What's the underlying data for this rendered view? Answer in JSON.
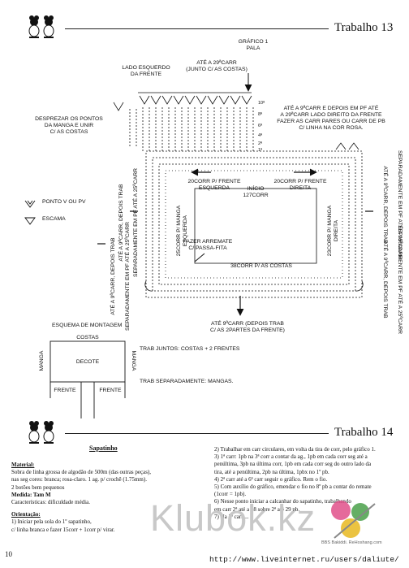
{
  "header": {
    "title_top": "Trabalho 13",
    "title_bottom": "Trabalho 14"
  },
  "chart": {
    "title_line1": "GRÁFICO 1",
    "title_line2": "PALA",
    "lado_esq_1": "LADO ESQUERDO",
    "lado_esq_2": "DA FRENTE",
    "ate29_1": "ATÉ A 29ªCARR",
    "ate29_2": "(JUNTO C/ AS COSTAS)",
    "desprezar_1": "DESPREZAR OS PONTOS",
    "desprezar_2": "DA MANGA E UNIR",
    "desprezar_3": "C/ AS COSTAS",
    "right_1": "ATÉ A 9ªCARR E DEPOIS EM PF ATÉ",
    "right_2": "A 29ªCARR LADO DIREITO DA FRENTE",
    "right_3": "FAZER AS CARR PARES OU CARR DE PB",
    "right_4": "C/ LINHA NA COR ROSA.",
    "row_numbers": [
      "10ª",
      "8ª",
      "6ª",
      "4ª",
      "2ª",
      "1ª"
    ],
    "corr_esq_1": "20CORR P/ FRENTE",
    "corr_esq_2": "ESQUERDA",
    "inicio_1": "INÍCIO",
    "inicio_2": "127CORR",
    "corr_dir_1": "20CORR P/ FRENTE",
    "corr_dir_2": "DIREITA",
    "left_vert_1": "ATÉ A 9ªCARR, DEPOIS TRAB",
    "left_vert_2": "SEPARADAMENTE EM PF ATÉ A 25ªCARR",
    "manga_esq_1": "25CORR P/ MANGA",
    "manga_esq_2": "ESQUERDA",
    "manga_dir_1": "23CORR P/ MANGA",
    "manga_dir_2": "DIREITA",
    "right_vert_1": "ATÉ A 9ªCARR, DEPOIS TRAB",
    "right_vert_2": "SEPARADAMENTE EM PF ATÉ A 25ªCARR",
    "right_vert2_1": "ATÉ A 9ªCARR, DEPOIS TRAB",
    "right_vert2_2": "SEPARADAMENTE EM PF ATÉ A 25ªCARR",
    "arremate_1": "FAZER ARREMATE",
    "arremate_2": "C/ PASSA-FITA",
    "costas": "38CORR P/ AS COSTAS",
    "bottom_1": "ATÉ 9ªCARR (DEPOIS TRAB",
    "bottom_2": "C/ AS 2PARTES DA FRENTE)",
    "left_vert3_1": "ATÉ A 9ªCARR, DEPOIS TRAB",
    "left_vert3_2": "SEPARADAMENTE EM PF ATÉ A 25ªCARR"
  },
  "legend": {
    "ponto_v": "PONTO V OU PV",
    "escama": "ESCAMA"
  },
  "montagem": {
    "title": "ESQUEMA DE MONTAGEM",
    "costas": "COSTAS",
    "decote": "DECOTE",
    "manga_l": "MANGA",
    "manga_r": "MANGA",
    "frente_l": "FRENTE",
    "frente_r": "FRENTE",
    "note1": "TRAB JUNTOS: COSTAS + 2 FRENTES",
    "note2": "TRAB SEPARADAMENTE: MANGAS."
  },
  "trabalho14": {
    "title": "Sapatinho",
    "material_h": "Material:",
    "material_1": "Sobra de linha grossa de algodão de 500m (das outras peças),",
    "material_2": "nas seg cores: branca; rosa-claro. 1 ag. p/ crochê (1.75mm).",
    "material_3": "2 botões bem pequenos",
    "medida": "Medida: Tam M",
    "caract": "Características: dificuldade média.",
    "orient_h": "Orientação:",
    "orient_1": "1)  Iniciar pela sola do 1º sapatinho,",
    "orient_2": "c/ linha branca e fazer 15corr + 1corr p/ virar.",
    "col2": [
      "2)  Trabalhar em carr circulares, em volta da tira de corr, pelo gráfico 1.",
      "3)  1ª carr: 1pb na 3ª corr a contar da ag., 1pb em cada corr seg até a",
      "penúltima, 3pb na última corr, 1pb em cada corr seg do outro lado da",
      "tira, até a penúltima, 2pb na última, 1pbx no 1º pb.",
      "4)  2ª carr até a 6ª carr seguir o gráfico. Rem o fio.",
      "5)  Com auxílio do gráfico, emendar o fio no 8º pb a contar do remate",
      "(1corr = 1pb).",
      "6)  Nesse ponto iniciar a calcanhar do sapatinho, trabalhando",
      "em carr 2ª até a 28 sobre 2ª até 29 pb.",
      "7)  Na 3ª carr ..."
    ]
  },
  "footer": {
    "page_number": "10",
    "url": "http://www.liveinternet.ru/users/daliute/",
    "watermark": "Klubok.kz",
    "badge": "BBS Bakiddi. ReHoshang.com"
  },
  "colors": {
    "ink": "#111111",
    "watermark": "#c8c8c8",
    "pink": "#e0508a",
    "green": "#4aa04a",
    "yellow": "#e8b820"
  }
}
